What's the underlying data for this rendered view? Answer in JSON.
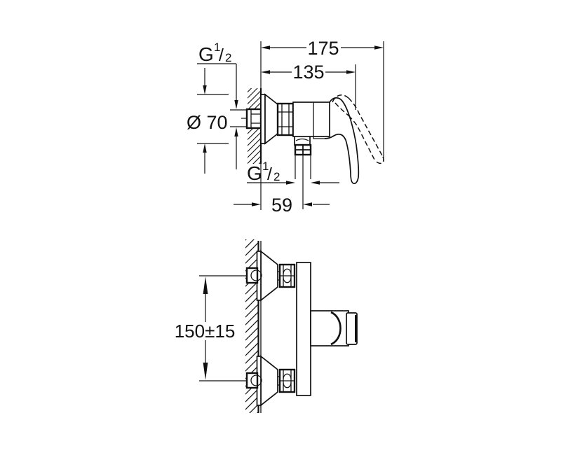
{
  "drawing": {
    "dimensions": {
      "total_depth": "175",
      "body_depth": "135",
      "escutcheon_diameter": "Ø 70",
      "outlet_wall_offset": "59",
      "inlet_spacing": "150±15"
    },
    "thread_label": {
      "g": "G",
      "numerator": "1",
      "slash": "/",
      "denominator": "2"
    }
  }
}
